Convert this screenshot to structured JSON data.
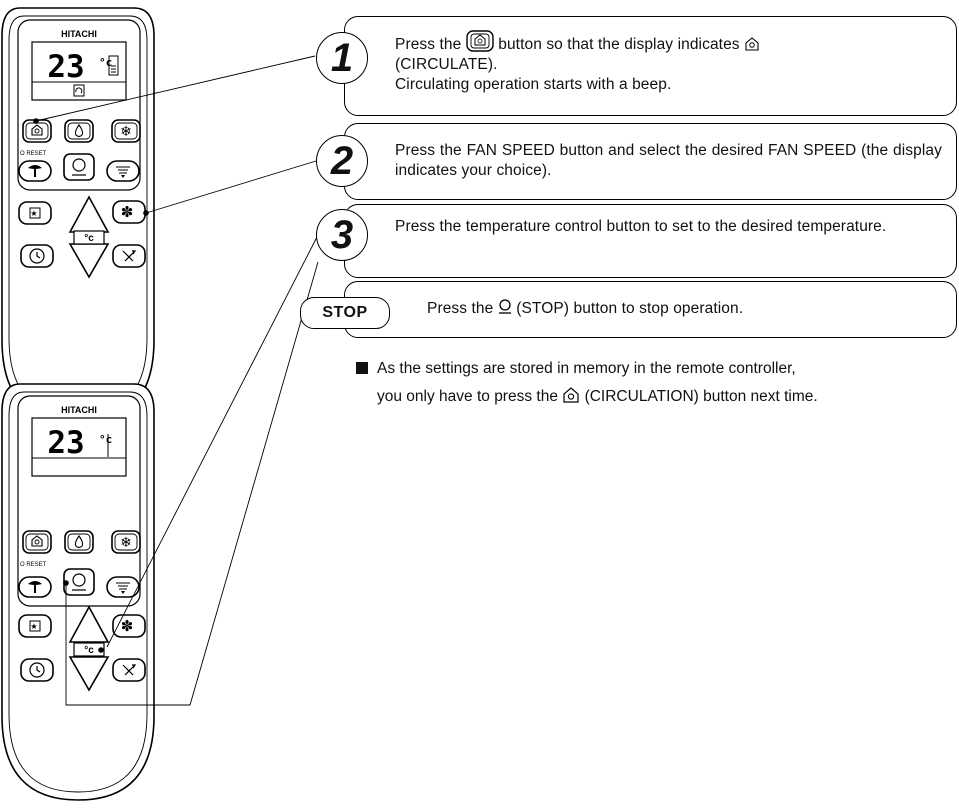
{
  "remote": {
    "brand": "HITACHI",
    "temperature": "23",
    "temp_unit": "°c",
    "reset_label": "O RESET"
  },
  "steps": [
    {
      "number": "1",
      "text_before_icon": "Press the",
      "text_after_icon": "button so that the display indicates",
      "line2": "(CIRCULATE).",
      "line3": "Circulating operation starts with a beep.",
      "icon": "circulate-button-icon"
    },
    {
      "number": "2",
      "text": "Press the FAN SPEED button and select the desired FAN SPEED (the display indicates your choice)."
    },
    {
      "number": "3",
      "text": "Press the temperature control button to set to the desired temperature."
    }
  ],
  "stop": {
    "badge": "STOP",
    "text_before_icon": "Press the",
    "text_after_icon": "(STOP) button to stop operation.",
    "icon": "stop-icon"
  },
  "note": {
    "line1": "As the settings are stored in memory in the remote controller,",
    "line2_before_icon": "you only have to press the",
    "line2_after_icon": "(CIRCULATION) button next time.",
    "icon": "circulation-icon"
  }
}
